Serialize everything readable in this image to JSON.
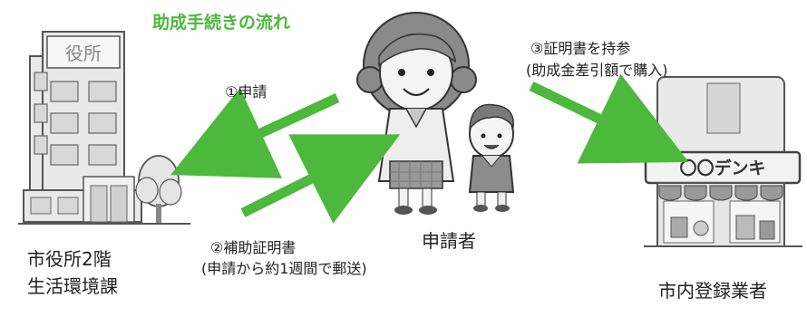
{
  "title": "助成手続きの流れ",
  "city_hall": {
    "sign": "役所",
    "label_line1": "市役所2階",
    "label_line2": "生活環境課"
  },
  "applicant": {
    "label": "申請者"
  },
  "store": {
    "sign": "〇〇デンキ",
    "label": "市内登録業者"
  },
  "steps": [
    {
      "text": "①申請"
    },
    {
      "text_line1": "②補助証明書",
      "text_line2": "(申請から約1週間で郵送)"
    },
    {
      "text_line1": "③証明書を持参",
      "text_line2": "(助成金差引額で購入)"
    }
  ],
  "colors": {
    "arrow": "#4cb83c",
    "title": "#4cb83c",
    "building_fill": "#e6e6e6",
    "building_stroke": "#5a5a5a"
  }
}
